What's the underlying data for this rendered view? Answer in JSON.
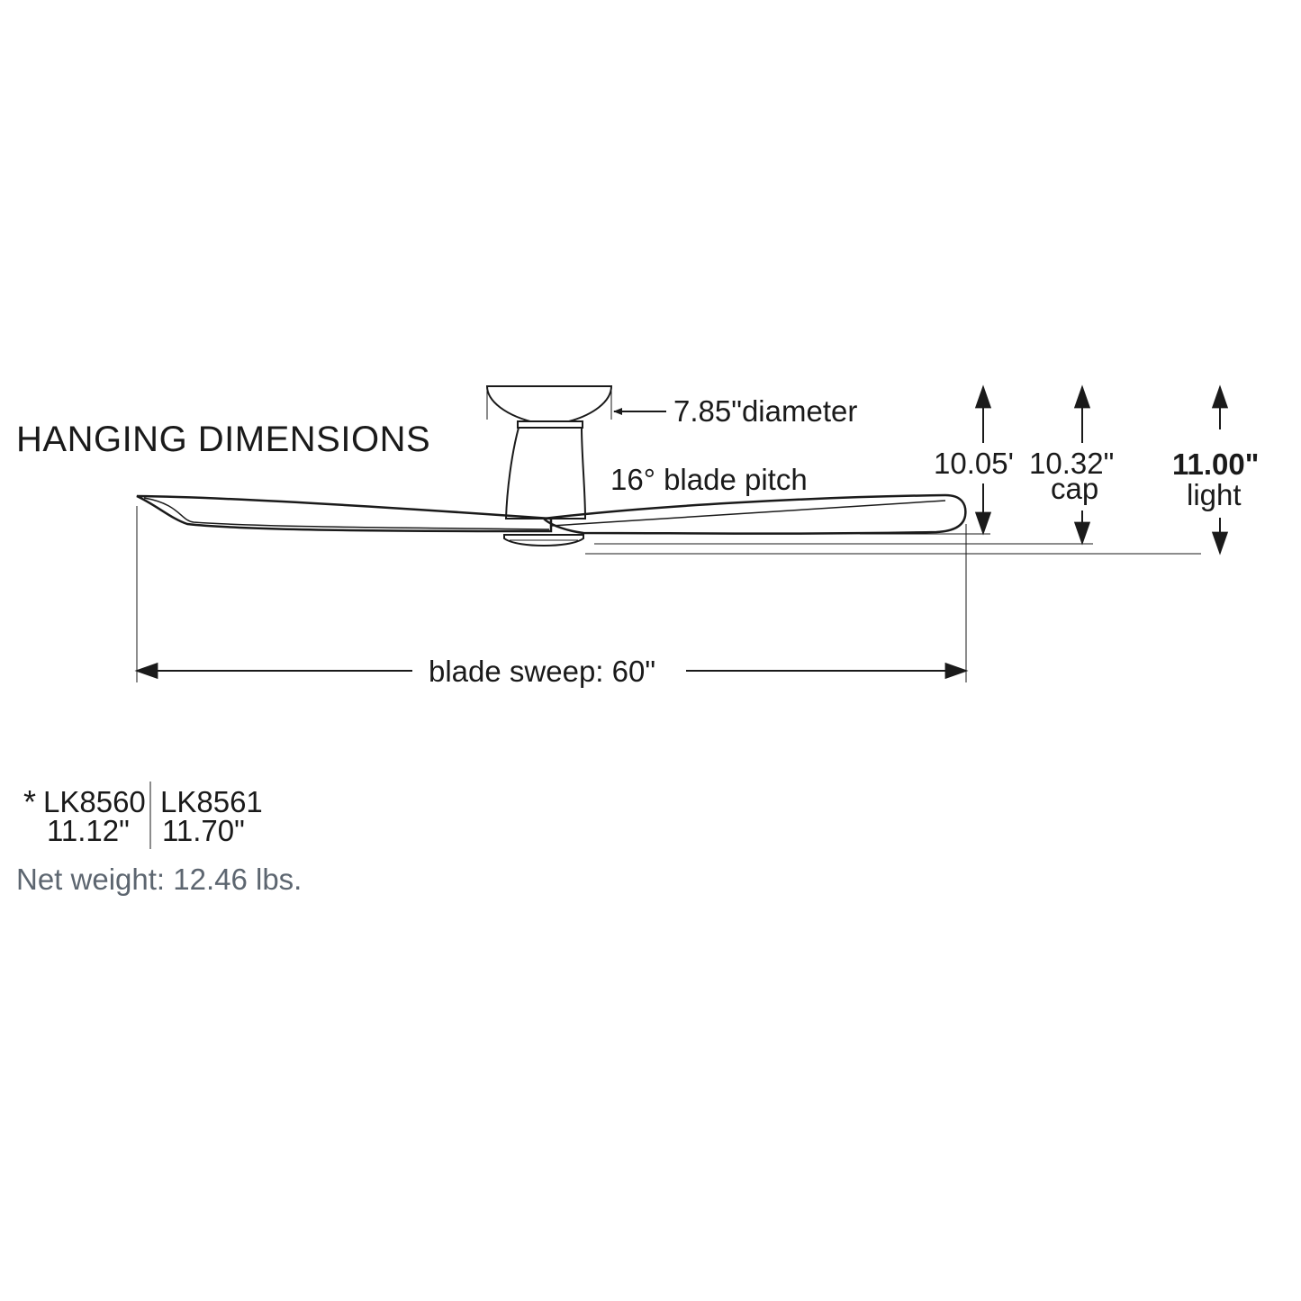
{
  "title": "HANGING DIMENSIONS",
  "dimensions": {
    "diameter": "7.85\"diameter",
    "blade_pitch": "16° blade pitch",
    "height_1": "10.05'",
    "height_2_value": "10.32\"",
    "height_2_label": "cap",
    "height_3_value": "11.00\"",
    "height_3_label": "light",
    "blade_sweep": "blade sweep: 60\""
  },
  "models": [
    {
      "marker": "*",
      "name": "LK8560",
      "value": "11.12\""
    },
    {
      "marker": "",
      "name": "LK8561",
      "value": "11.70\""
    }
  ],
  "net_weight": "Net weight: 12.46 lbs.",
  "colors": {
    "ink": "#1a1a1a",
    "weight_text": "#5d6670"
  }
}
